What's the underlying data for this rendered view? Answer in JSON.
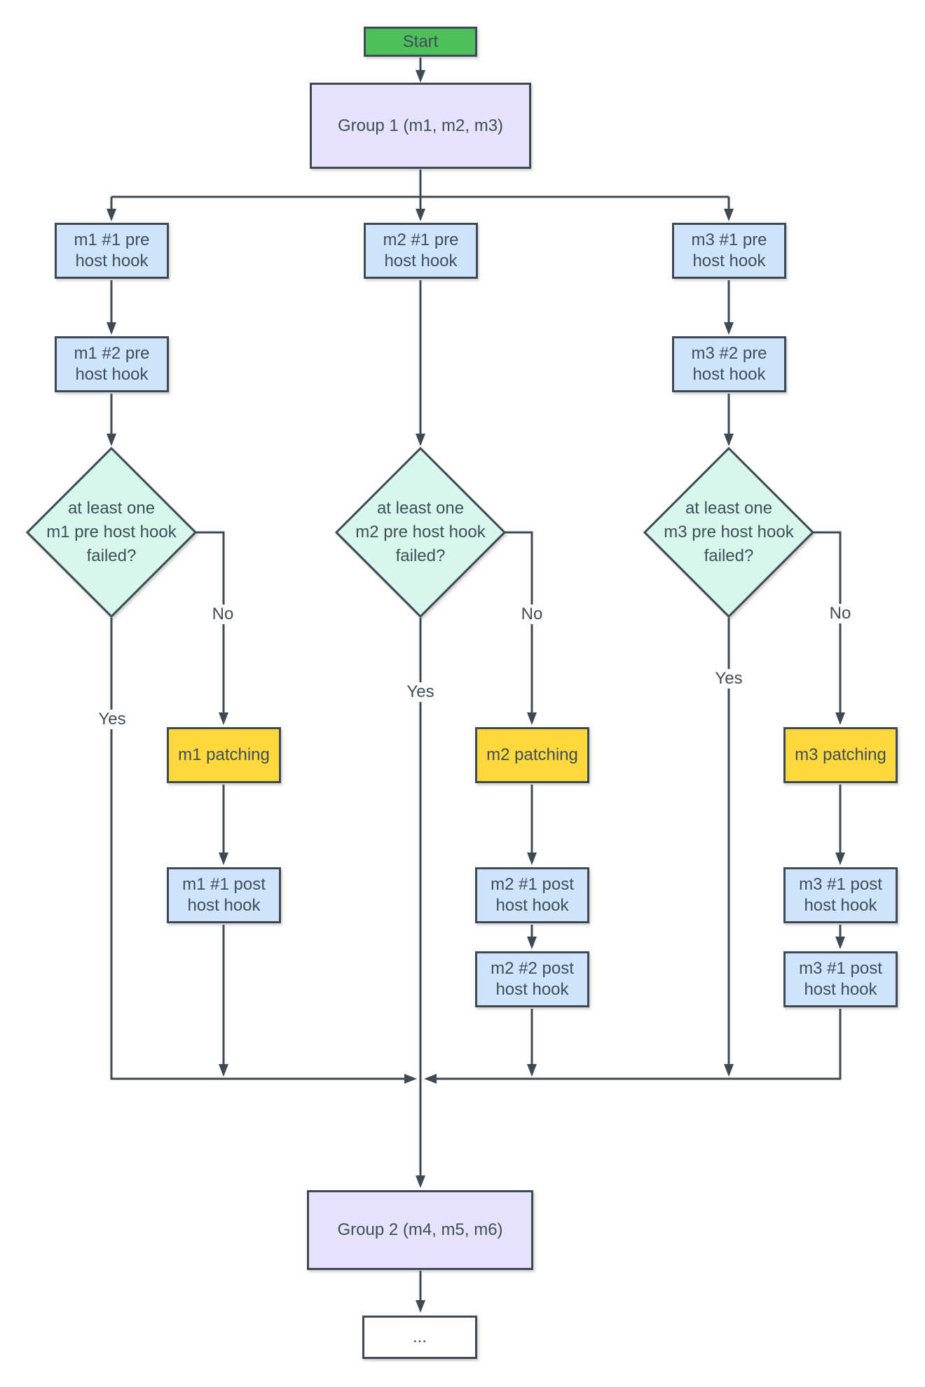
{
  "flowchart": {
    "start": {
      "label": "Start"
    },
    "group1": {
      "label": "Group 1 (m1, m2, m3)"
    },
    "group2": {
      "label": "Group 2 (m4, m5, m6)"
    },
    "end": {
      "label": "..."
    },
    "edge_labels": {
      "yes": "Yes",
      "no": "No"
    },
    "columns": [
      {
        "id": "m1",
        "pre_hooks": [
          "m1 #1 pre\nhost hook",
          "m1 #2 pre\nhost hook"
        ],
        "decision": "at least one\nm1 pre host hook\nfailed?",
        "patching": "m1 patching",
        "post_hooks": [
          "m1 #1 post\nhost hook"
        ]
      },
      {
        "id": "m2",
        "pre_hooks": [
          "m2 #1 pre\nhost hook"
        ],
        "decision": "at least one\nm2 pre host hook\nfailed?",
        "patching": "m2 patching",
        "post_hooks": [
          "m2 #1 post\nhost hook",
          "m2 #2 post\nhost hook"
        ]
      },
      {
        "id": "m3",
        "pre_hooks": [
          "m3 #1 pre\nhost hook",
          "m3 #2 pre\nhost hook"
        ],
        "decision": "at least one\nm3 pre host hook\nfailed?",
        "patching": "m3 patching",
        "post_hooks": [
          "m3 #1 post\nhost hook",
          "m3 #1 post\nhost hook"
        ]
      }
    ],
    "colors": {
      "stroke_color": "#3D4A54",
      "text_color": "#3F4E59",
      "start_fill": "#4FBF59",
      "group_fill": "#E4E3FB",
      "hook_fill": "#CFE4FA",
      "decision_fill": "#D7F6EC",
      "patching_fill": "#FFD83D",
      "end_fill": "#FFFFFF"
    }
  }
}
